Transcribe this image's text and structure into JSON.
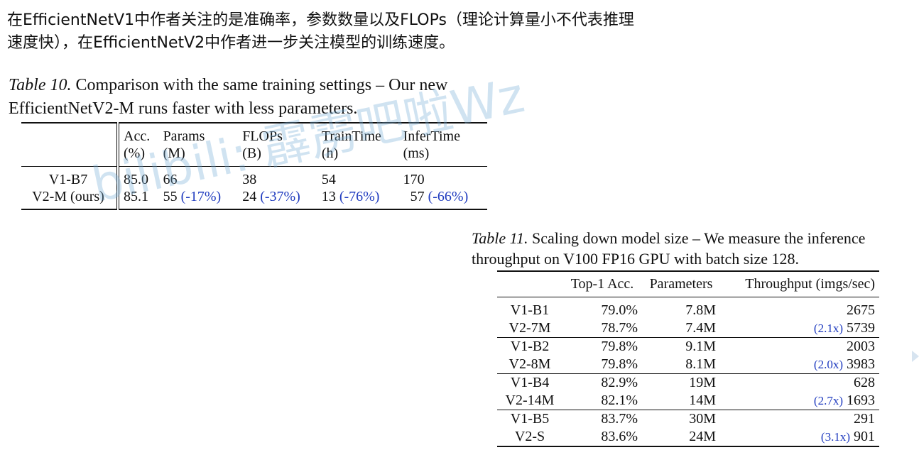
{
  "intro": {
    "line1": "在EfficientNetV1中作者关注的是准确率，参数数量以及FLOPs（理论计算量小不代表推理",
    "line2": "速度快），在EfficientNetV2中作者进一步关注模型的训练速度。"
  },
  "table10": {
    "caption_label": "Table 10.",
    "caption_text": " Comparison with the same training settings – Our new EfficientNetV2-M runs faster with less parameters.",
    "headers": [
      {
        "top": "Acc.",
        "bottom": "(%)"
      },
      {
        "top": "Params",
        "bottom": "(M)"
      },
      {
        "top": "FLOPs",
        "bottom": "(B)"
      },
      {
        "top": "TrainTime",
        "bottom": "(h)"
      },
      {
        "top": "InferTime",
        "bottom": "(ms)"
      }
    ],
    "rows": [
      {
        "name": "V1-B7",
        "acc": "85.0",
        "params": "66",
        "params_delta": "",
        "flops": "38",
        "flops_delta": "",
        "train": "54",
        "train_delta": "",
        "infer": "170",
        "infer_delta": ""
      },
      {
        "name": "V2-M (ours)",
        "acc": "85.1",
        "params": "55",
        "params_delta": "(-17%)",
        "flops": "24",
        "flops_delta": "(-37%)",
        "train": "13",
        "train_delta": "(-76%)",
        "infer": "57",
        "infer_delta": "(-66%)"
      }
    ]
  },
  "table11": {
    "caption_label": "Table 11.",
    "caption_text": " Scaling down model size – We measure the inference throughput on V100 FP16 GPU with batch size 128.",
    "headers": {
      "acc": "Top-1 Acc.",
      "params": "Parameters",
      "throughput": "Throughput (imgs/sec)"
    },
    "rows": [
      {
        "name": "V1-B1",
        "acc": "79.0%",
        "params": "7.8M",
        "speedup": "",
        "throughput": "2675"
      },
      {
        "name": "V2-7M",
        "acc": "78.7%",
        "params": "7.4M",
        "speedup": "(2.1x)",
        "throughput": "5739"
      },
      {
        "name": "V1-B2",
        "acc": "79.8%",
        "params": "9.1M",
        "speedup": "",
        "throughput": "2003"
      },
      {
        "name": "V2-8M",
        "acc": "79.8%",
        "params": "8.1M",
        "speedup": "(2.0x)",
        "throughput": "3983"
      },
      {
        "name": "V1-B4",
        "acc": "82.9%",
        "params": "19M",
        "speedup": "",
        "throughput": "628"
      },
      {
        "name": "V2-14M",
        "acc": "82.1%",
        "params": "14M",
        "speedup": "(2.7x)",
        "throughput": "1693"
      },
      {
        "name": "V1-B5",
        "acc": "83.7%",
        "params": "30M",
        "speedup": "",
        "throughput": "291"
      },
      {
        "name": "V2-S",
        "acc": "83.6%",
        "params": "24M",
        "speedup": "(3.1x)",
        "throughput": "901"
      }
    ]
  },
  "watermark": "bilibili: 霹雳吧啦Wz",
  "colors": {
    "delta_blue": "#1f3bbf",
    "watermark": "#78afd7"
  }
}
